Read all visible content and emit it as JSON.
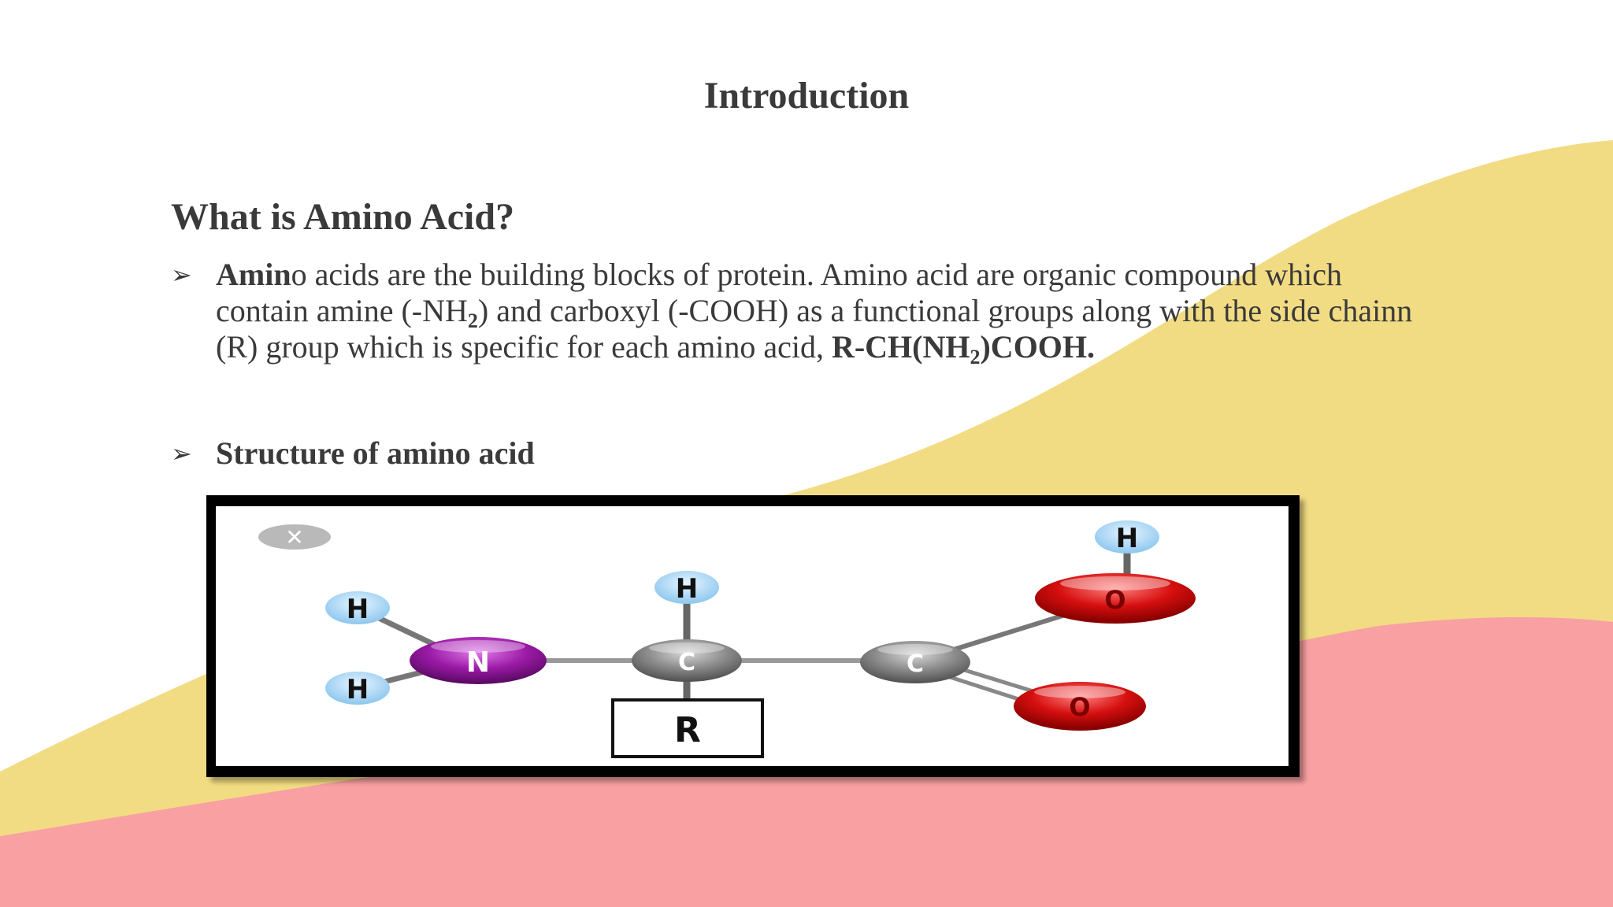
{
  "slide": {
    "title": "Introduction",
    "heading": "What is Amino Acid?",
    "bullet1": {
      "bold_lead": "Amin",
      "part1": "o acids are the building blocks of protein. Amino acid are organic compound which contain amine (-NH",
      "sub1": "2",
      "part2": ") and carboxyl (-COOH) as a functional groups along with the side chainn (R) group which is specific for each amino acid, ",
      "formula_a": "R-CH(NH",
      "formula_sub": "2",
      "formula_b": ")COOH."
    },
    "bullet2": {
      "text": "Structure of amino acid"
    },
    "bullet_marker": "➢"
  },
  "diagram": {
    "atoms": {
      "h_top_left": "H",
      "h_bottom_left": "H",
      "nitrogen": "N",
      "h_alpha": "H",
      "c_alpha": "C",
      "r_group": "R",
      "c_carboxyl": "C",
      "o_hydroxyl": "O",
      "o_carbonyl": "O",
      "h_hydroxyl": "H"
    },
    "close_symbol": "✕"
  },
  "colors": {
    "yellow_wave": "#f2dc83",
    "pink_wave": "#f9a0a2",
    "hydrogen": "#a9d6f5",
    "nitrogen": "#9b1aa6",
    "carbon": "#8c8c8c",
    "oxygen": "#d60f0f",
    "text": "#3a3a3a"
  }
}
